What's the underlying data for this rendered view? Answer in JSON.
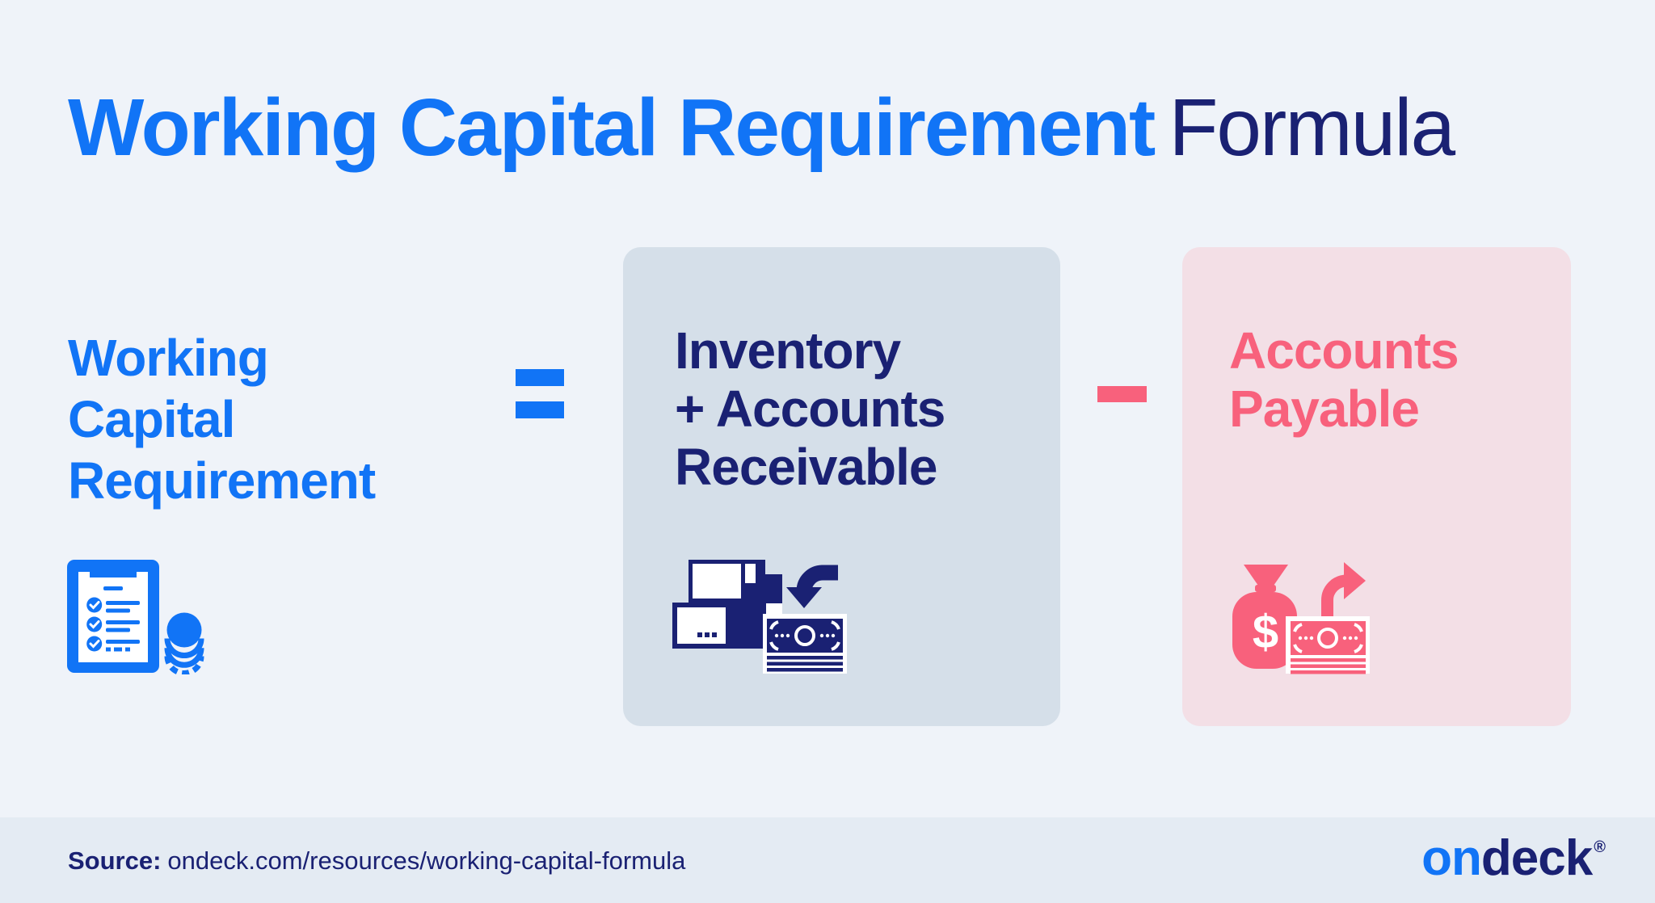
{
  "colors": {
    "page_bg": "#eff3f9",
    "footer_bg": "#e4ebf3",
    "blue": "#1174f6",
    "navy": "#1a2173",
    "pink": "#f8617c",
    "box_blue_bg": "#d5dfe9",
    "box_pink_bg": "#f3dfe6"
  },
  "title": {
    "highlight": "Working Capital Requirement",
    "rest": "Formula"
  },
  "formula": {
    "left_term": {
      "lines": [
        "Working",
        "Capital",
        "Requirement"
      ]
    },
    "equals_symbol": "=",
    "minus_symbol": "−",
    "term_inventory": {
      "lines": [
        "Inventory",
        "+ Accounts",
        "Receivable"
      ]
    },
    "term_payable": {
      "lines": [
        "Accounts",
        "Payable"
      ]
    }
  },
  "icons": {
    "left": [
      "clipboard-checklist-icon",
      "coin-stack-icon"
    ],
    "inventory": [
      "inventory-boxes-icon",
      "curved-arrow-down-icon",
      "banknote-stack-icon"
    ],
    "payable": [
      "money-bag-icon",
      "curved-arrow-right-icon",
      "banknote-stack-icon"
    ]
  },
  "footer": {
    "source_label": "Source:",
    "source_url": "ondeck.com/resources/working-capital-formula",
    "logo": {
      "part1": "on",
      "part2": "deck",
      "registered": "®"
    }
  }
}
